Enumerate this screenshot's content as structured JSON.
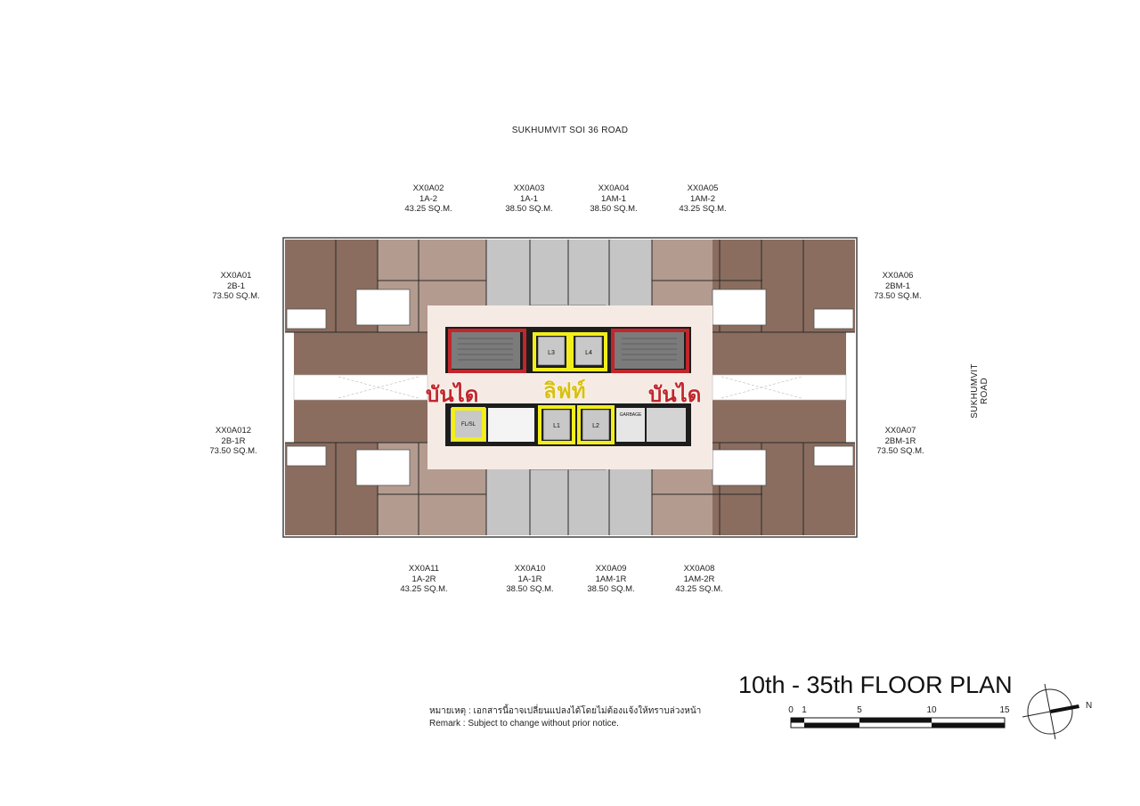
{
  "roads": {
    "top": "SUKHUMVIT SOI 36 ROAD",
    "right": "SUKHUMVIT ROAD"
  },
  "units": [
    {
      "code": "XX0A01",
      "type": "2B-1",
      "area": "73.50 SQ.M."
    },
    {
      "code": "XX0A02",
      "type": "1A-2",
      "area": "43.25 SQ.M."
    },
    {
      "code": "XX0A03",
      "type": "1A-1",
      "area": "38.50 SQ.M."
    },
    {
      "code": "XX0A04",
      "type": "1AM-1",
      "area": "38.50 SQ.M."
    },
    {
      "code": "XX0A05",
      "type": "1AM-2",
      "area": "43.25 SQ.M."
    },
    {
      "code": "XX0A06",
      "type": "2BM-1",
      "area": "73.50 SQ.M."
    },
    {
      "code": "XX0A07",
      "type": "2BM-1R",
      "area": "73.50 SQ.M."
    },
    {
      "code": "XX0A08",
      "type": "1AM-2R",
      "area": "43.25 SQ.M."
    },
    {
      "code": "XX0A09",
      "type": "1AM-1R",
      "area": "38.50 SQ.M."
    },
    {
      "code": "XX0A10",
      "type": "1A-1R",
      "area": "38.50 SQ.M."
    },
    {
      "code": "XX0A11",
      "type": "1A-2R",
      "area": "43.25 SQ.M."
    },
    {
      "code": "XX0A012",
      "type": "2B-1R",
      "area": "73.50 SQ.M."
    }
  ],
  "core": {
    "lifts": [
      "L3",
      "L4",
      "L1",
      "L2"
    ],
    "fireman_lift": "FL/SL",
    "garbage": "GARBAGE",
    "annotations": {
      "stair": "บันได",
      "lift": "ลิฟท์"
    }
  },
  "title": "10th - 35th FLOOR PLAN",
  "remark": {
    "th_label": "หมายเหตุ :",
    "th_text": "เอกสารนี้อาจเปลี่ยนแปลงได้โดยไม่ต้องแจ้งให้ทราบล่วงหน้า",
    "en_label": "Remark   :",
    "en_text": "Subject to change without prior notice."
  },
  "scale_bar": {
    "ticks": [
      "0",
      "1",
      "5",
      "10",
      "15"
    ]
  },
  "north": "N",
  "colors": {
    "two_bed": "#8a6d5f",
    "one_bed_large": "#b49b8f",
    "one_bed_small": "#c5c5c5",
    "corridor": "#f6ebe4",
    "stair_highlight": "#c0262c",
    "lift_highlight": "#f2ee1c",
    "annotation_stair": "#c0262c",
    "annotation_lift": "#d9c010"
  }
}
